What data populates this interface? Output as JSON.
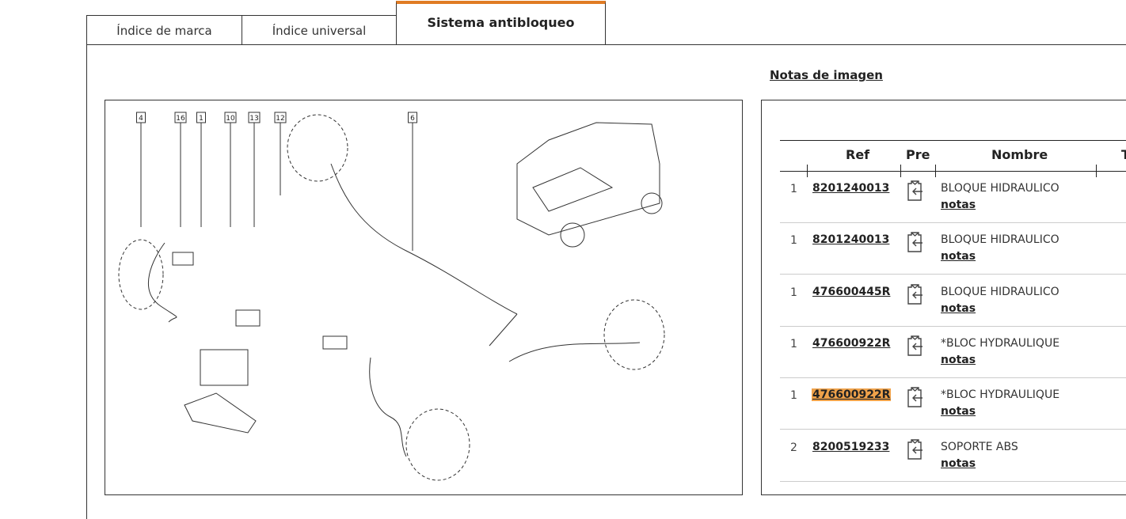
{
  "tabs": [
    {
      "label": "Índice de marca"
    },
    {
      "label": "Índice universal"
    },
    {
      "label": "Sistema antibloqueo"
    }
  ],
  "notes_link": "Notas de imagen",
  "diagram": {
    "callouts": [
      "4",
      "16",
      "1",
      "10",
      "13",
      "12",
      "6"
    ]
  },
  "table": {
    "headers": {
      "ref": "Ref",
      "pre": "Pre",
      "nombre": "Nombre",
      "next": "T"
    },
    "rows": [
      {
        "qty": "1",
        "ref": "8201240013",
        "name": "BLOQUE HIDRAULICO",
        "notes": "notas"
      },
      {
        "qty": "1",
        "ref": "8201240013",
        "name": "BLOQUE HIDRAULICO",
        "notes": "notas"
      },
      {
        "qty": "1",
        "ref": "476600445R",
        "name": "BLOQUE HIDRAULICO",
        "notes": "notas"
      },
      {
        "qty": "1",
        "ref": "476600922R",
        "name": "*BLOC HYDRAULIQUE",
        "notes": "notas"
      },
      {
        "qty": "1",
        "ref": "476600922R",
        "name": "*BLOC HYDRAULIQUE",
        "notes": "notas",
        "highlighted": true
      },
      {
        "qty": "2",
        "ref": "8200519233",
        "name": "SOPORTE ABS",
        "notes": "notas"
      }
    ]
  },
  "colors": {
    "accent": "#e07b24",
    "highlight": "#f0a24a"
  }
}
